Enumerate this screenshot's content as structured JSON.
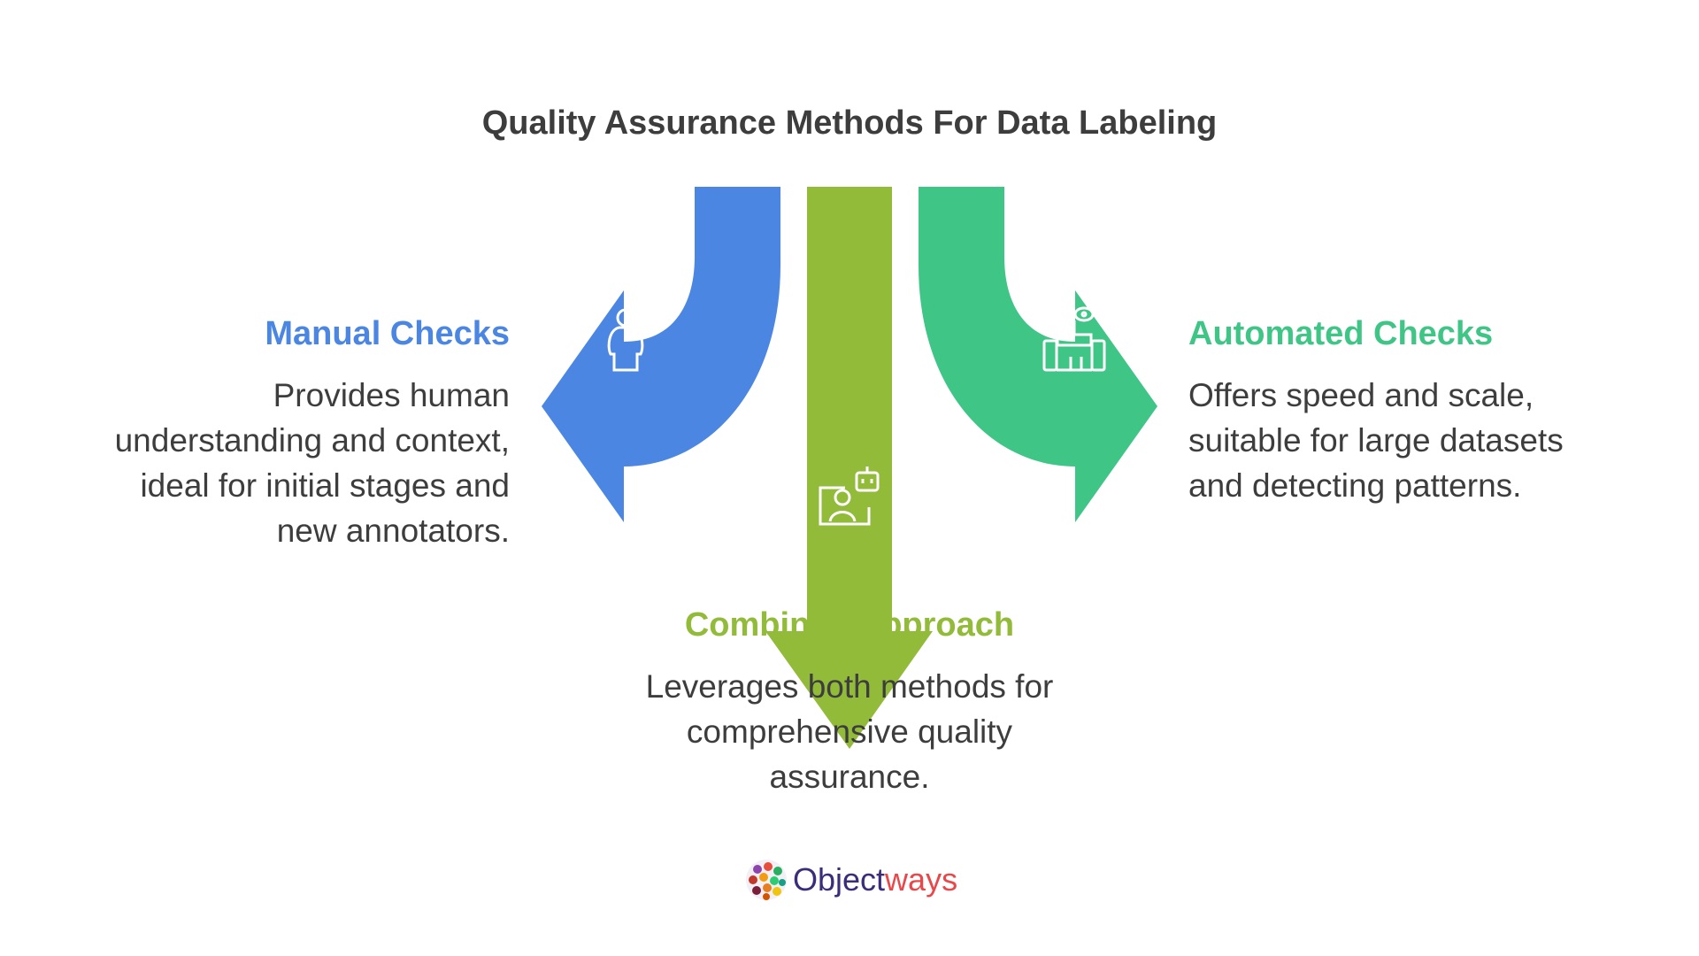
{
  "title": "Quality Assurance Methods For Data Labeling",
  "colors": {
    "manual": "#4b87e2",
    "combined": "#92bb3a",
    "automated": "#3fc586",
    "text": "#3d3d3d"
  },
  "sections": [
    {
      "id": "manual",
      "heading": "Manual Checks",
      "icon": "person-icon",
      "lines": [
        "Provides human",
        "understanding and context,",
        "ideal for initial stages and",
        "new annotators."
      ]
    },
    {
      "id": "combined",
      "heading": "Combined Approach",
      "icon": "person-robot-icon",
      "lines": [
        "Leverages both methods for",
        "comprehensive quality",
        "assurance."
      ]
    },
    {
      "id": "automated",
      "heading": "Automated Checks",
      "icon": "robot-icon",
      "lines": [
        "Offers speed and scale,",
        "suitable for large datasets",
        "and detecting patterns."
      ]
    }
  ],
  "logo": {
    "part1": "Object",
    "part2": "ways",
    "color1": "#3b2d7a",
    "color2": "#e8484a"
  }
}
